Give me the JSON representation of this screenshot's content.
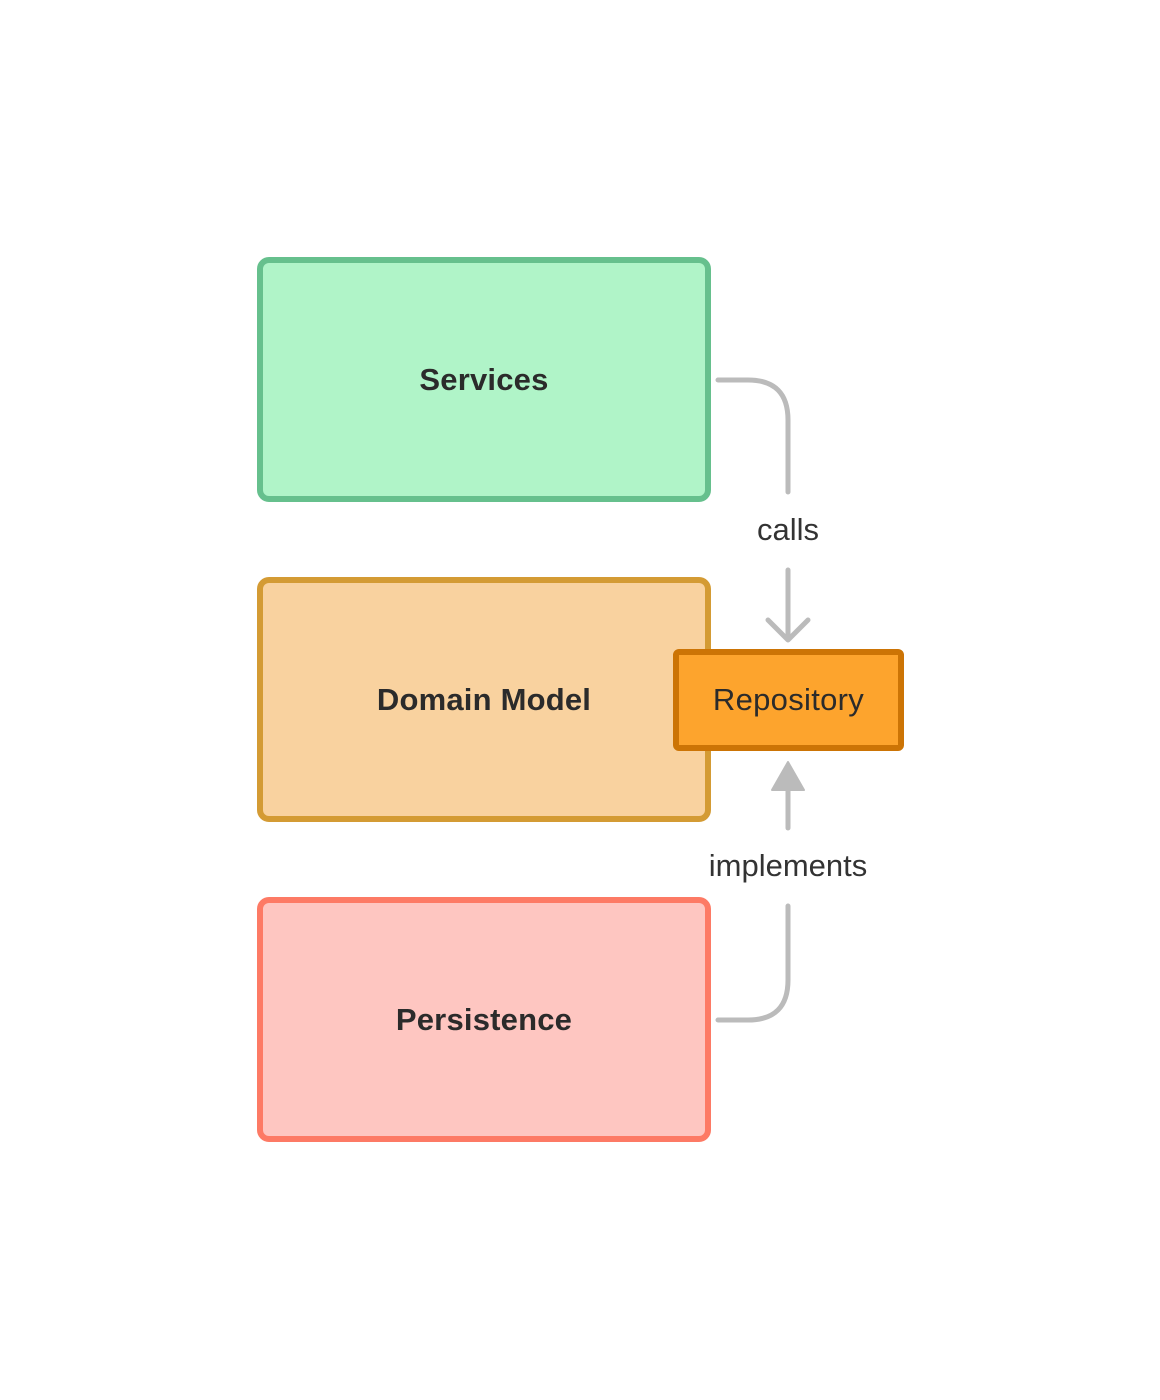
{
  "diagram": {
    "layers": [
      {
        "id": "services",
        "label": "Services",
        "fill": "#b0f4c8",
        "stroke": "#66c08d"
      },
      {
        "id": "domain",
        "label": "Domain Model",
        "fill": "#f9d29f",
        "stroke": "#d49b34"
      },
      {
        "id": "persistence",
        "label": "Persistence",
        "fill": "#fec6c1",
        "stroke": "#fd7a65"
      }
    ],
    "repository": {
      "label": "Repository",
      "fill": "#fda42d",
      "stroke": "#cc7405"
    },
    "edges": [
      {
        "from": "services",
        "to": "repository",
        "label": "calls",
        "arrow": "open"
      },
      {
        "from": "persistence",
        "to": "repository",
        "label": "implements",
        "arrow": "filled"
      }
    ],
    "connector_color": "#bbbbbb"
  }
}
